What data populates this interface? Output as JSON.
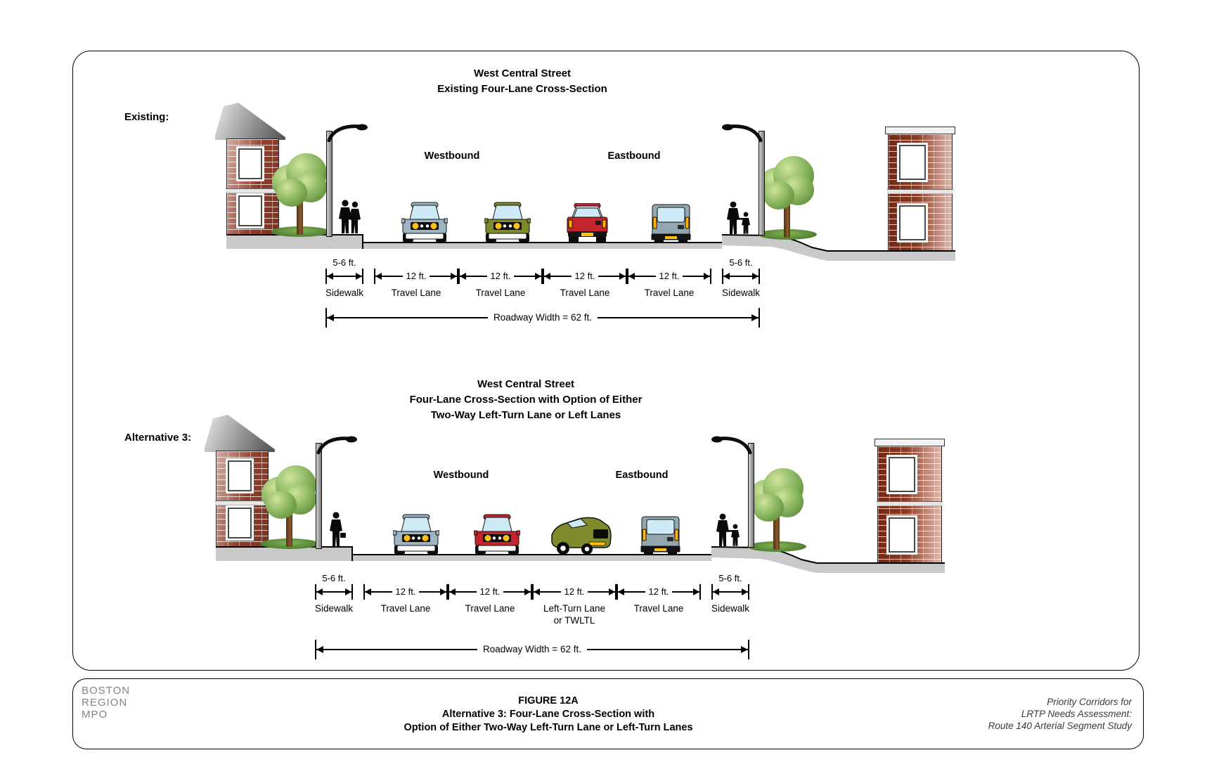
{
  "sections": [
    {
      "label": "Existing:",
      "title_lines": [
        "West Central Street",
        "Existing Four-Lane Cross-Section"
      ],
      "westbound": "Westbound",
      "eastbound": "Eastbound",
      "dims": [
        {
          "w": "5-6 ft.",
          "n1": "Sidewalk",
          "n2": ""
        },
        {
          "w": "12 ft.",
          "n1": "Travel Lane",
          "n2": ""
        },
        {
          "w": "12 ft.",
          "n1": "Travel Lane",
          "n2": ""
        },
        {
          "w": "12 ft.",
          "n1": "Travel Lane",
          "n2": ""
        },
        {
          "w": "12 ft.",
          "n1": "Travel Lane",
          "n2": ""
        },
        {
          "w": "5-6 ft.",
          "n1": "Sidewalk",
          "n2": ""
        }
      ],
      "roadway": "Roadway Width = 62 ft."
    },
    {
      "label": "Alternative 3:",
      "title_lines": [
        "West Central Street",
        "Four-Lane Cross-Section with Option of Either",
        "Two-Way Left-Turn Lane or Left Lanes"
      ],
      "westbound": "Westbound",
      "eastbound": "Eastbound",
      "dims": [
        {
          "w": "5-6 ft.",
          "n1": "Sidewalk",
          "n2": ""
        },
        {
          "w": "12 ft.",
          "n1": "Travel Lane",
          "n2": ""
        },
        {
          "w": "12 ft.",
          "n1": "Travel Lane",
          "n2": ""
        },
        {
          "w": "12 ft.",
          "n1": "Left-Turn Lane",
          "n2": "or TWLTL"
        },
        {
          "w": "12 ft.",
          "n1": "Travel Lane",
          "n2": ""
        },
        {
          "w": "5-6 ft.",
          "n1": "Sidewalk",
          "n2": ""
        }
      ],
      "roadway": "Roadway Width = 62 ft."
    }
  ],
  "footer": {
    "logo_lines": [
      "BOSTON",
      "REGION",
      "MPO"
    ],
    "figure_lines": [
      "FIGURE 12A",
      "Alternative 3: Four-Lane Cross-Section with",
      "Option of Either Two-Way Left-Turn Lane or Left-Turn Lanes"
    ],
    "project_lines": [
      "Priority Corridors for",
      "LRTP Needs Assessment:",
      "Route 140 Arterial Segment Study"
    ]
  },
  "colors": {
    "brick": "#9c4631",
    "roof_gray": "#8c8c8c",
    "pavement_gray": "#c9c9c9",
    "foliage_green": "#8db863",
    "car_blue_gray": "#9fb4c2",
    "car_olive": "#7f8b2b",
    "car_red": "#c4242b",
    "van_gray": "#93a7b0",
    "headlight_yellow": "#ffc010"
  }
}
